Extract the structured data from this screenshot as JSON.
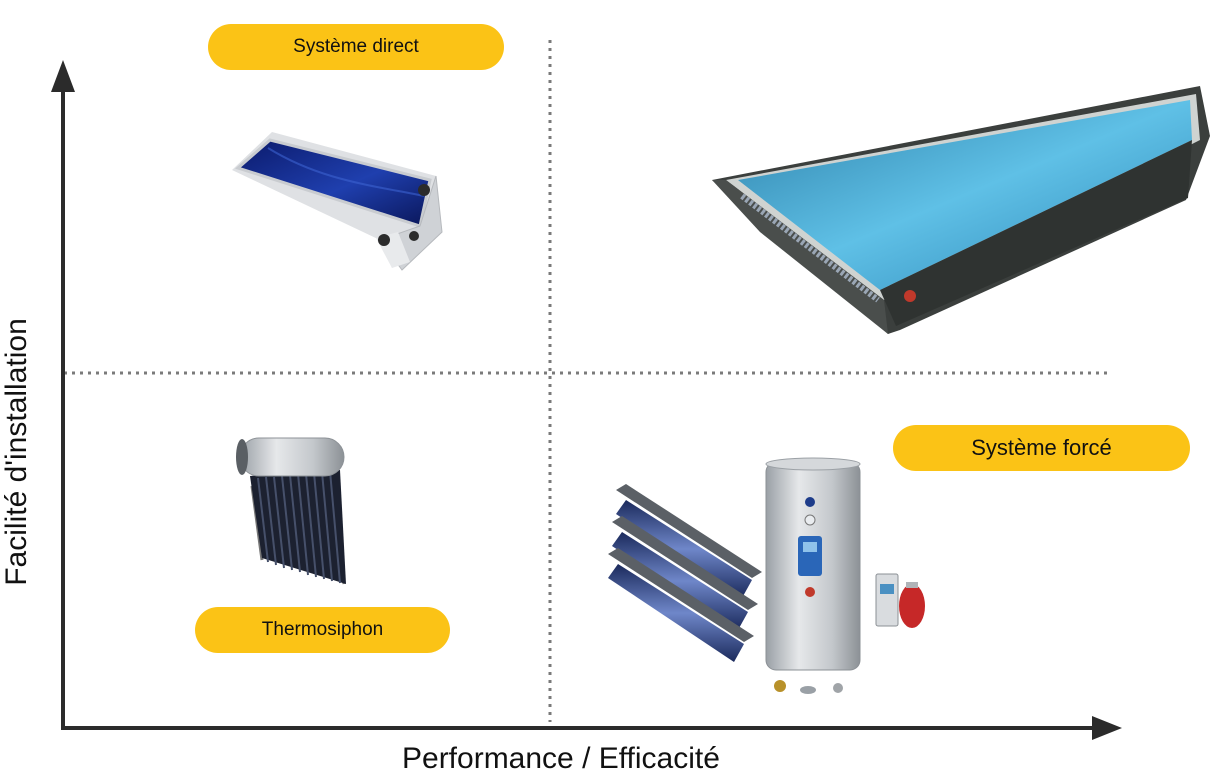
{
  "axes": {
    "x_label": "Performance / Efficacité",
    "y_label": "Facilité d'installation"
  },
  "quadrant_labels": {
    "top_left": "Système direct",
    "bottom_left": "Thermosiphon",
    "bottom_right": "Système forcé"
  },
  "colors": {
    "label_fill": "#fbc316",
    "axis": "#2b2b2b",
    "divider": "#7a7a7a"
  },
  "illustrations": [
    "tilted-flat-collector-icon",
    "large-flat-panel-collector-icon",
    "thermosiphon-water-heater-icon",
    "forced-system-kit-icon"
  ]
}
